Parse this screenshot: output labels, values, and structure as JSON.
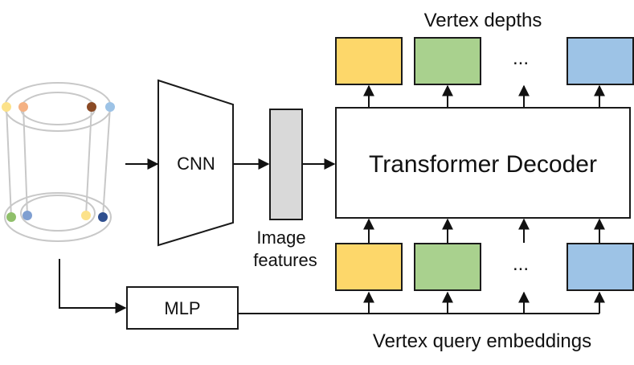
{
  "labels": {
    "vertex_depths": "Vertex depths",
    "cnn": "CNN",
    "image_features_line1": "Image",
    "image_features_line2": "features",
    "transformer_decoder": "Transformer Decoder",
    "mlp": "MLP",
    "vertex_query_embeddings": "Vertex query embeddings",
    "ellipsis": "..."
  },
  "colors": {
    "yellow": "#fdd76a",
    "green": "#a9d18e",
    "blue": "#9dc3e6",
    "feature_gray": "#d9d9d9",
    "box_border": "#1a1a1a",
    "cylinder_line": "#c8c8c8"
  },
  "vertex_dots": [
    {
      "color": "#fce28a",
      "name": "vertex-dot-top-1"
    },
    {
      "color": "#f4b183",
      "name": "vertex-dot-top-2"
    },
    {
      "color": "#8a4a25",
      "name": "vertex-dot-top-3"
    },
    {
      "color": "#9dc3e6",
      "name": "vertex-dot-top-4"
    },
    {
      "color": "#8fbf6a",
      "name": "vertex-dot-bottom-1"
    },
    {
      "color": "#7f9fd1",
      "name": "vertex-dot-bottom-2"
    },
    {
      "color": "#fce28a",
      "name": "vertex-dot-bottom-3"
    },
    {
      "color": "#2f4f8f",
      "name": "vertex-dot-bottom-4"
    }
  ]
}
